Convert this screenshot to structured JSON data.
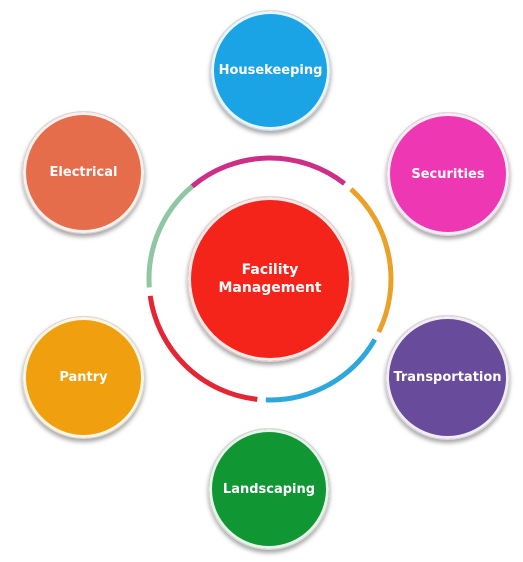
{
  "center": {
    "label": "Facility\nManagement",
    "color": "#f5241b"
  },
  "nodes": [
    {
      "id": "housekeeping",
      "label": "Housekeeping",
      "color": "#1aa3e5"
    },
    {
      "id": "securities",
      "label": "Securities",
      "color": "#ee38b3"
    },
    {
      "id": "transportation",
      "label": "Transportation",
      "color": "#684b9a"
    },
    {
      "id": "landscaping",
      "label": "Landscaping",
      "color": "#119634"
    },
    {
      "id": "pantry",
      "label": "Pantry",
      "color": "#f0a00f"
    },
    {
      "id": "electrical",
      "label": "Electrical",
      "color": "#e56d4c"
    }
  ],
  "ring_colors": [
    "#cc2f86",
    "#e9a12a",
    "#2ea7dc",
    "#e32534",
    "#8fc6a3"
  ]
}
